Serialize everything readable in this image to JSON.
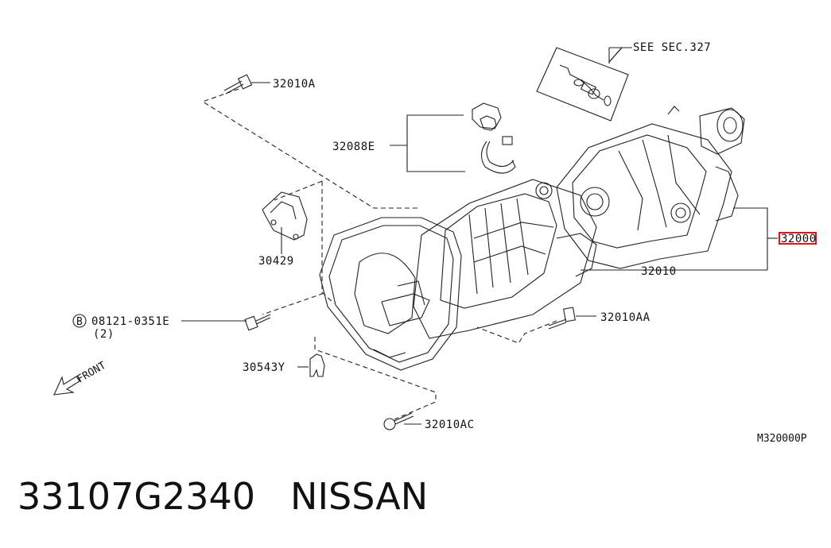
{
  "diagram": {
    "labels": {
      "see_sec": "SEE SEC.327",
      "p_32010A": "32010A",
      "p_32088E": "32088E",
      "p_30429": "30429",
      "p_bolt": "08121-0351E",
      "p_bolt_qty": "(2)",
      "p_bolt_prefix": "B",
      "p_30543Y": "30543Y",
      "p_32010AC": "32010AC",
      "p_32010AA": "32010AA",
      "p_32010": "32010",
      "p_32000": "32000",
      "front": "FRONT",
      "diagram_code": "M320000P"
    },
    "highlight_color": "#e0141e"
  },
  "caption": {
    "part_number": "33107G2340",
    "brand": "NISSAN"
  }
}
